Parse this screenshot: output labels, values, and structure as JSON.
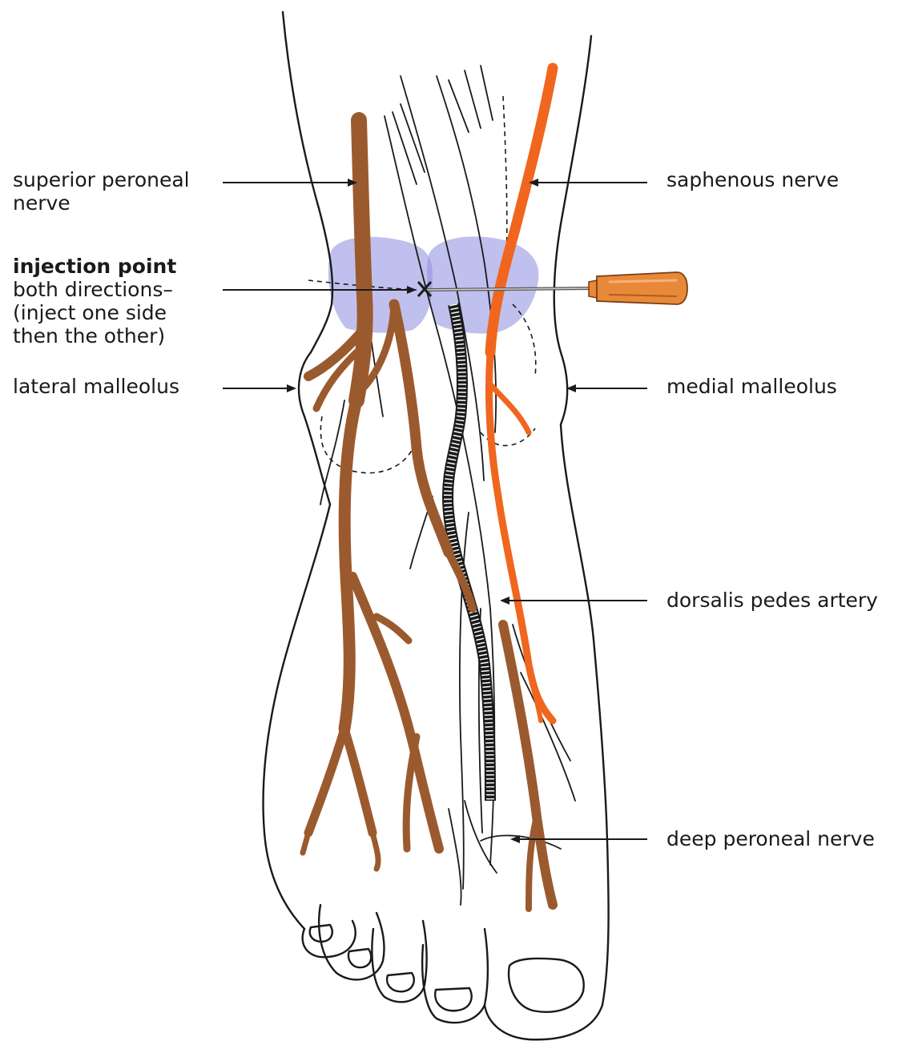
{
  "labels": {
    "superior_peroneal": [
      "superior peroneal",
      "nerve"
    ],
    "injection_title": "injection point",
    "injection_lines": [
      "both directions–",
      "(inject one side",
      "then the other)"
    ],
    "lateral_malleolus": "lateral malleolus",
    "saphenous": "saphenous nerve",
    "medial_malleolus": "medial malleolus",
    "dorsalis": "dorsalis pedes artery",
    "deep_peroneal": "deep peroneal nerve"
  },
  "colors": {
    "superficial_peroneal_nerve": "#9b5a2e",
    "saphenous_nerve": "#f0661e",
    "injection_zone": "#8c8ce0",
    "needle_hub": "#e8893a",
    "outline": "#1a1a1a"
  },
  "icons": {
    "needle": "syringe-needle-icon",
    "injection_mark": "x-mark-icon"
  }
}
